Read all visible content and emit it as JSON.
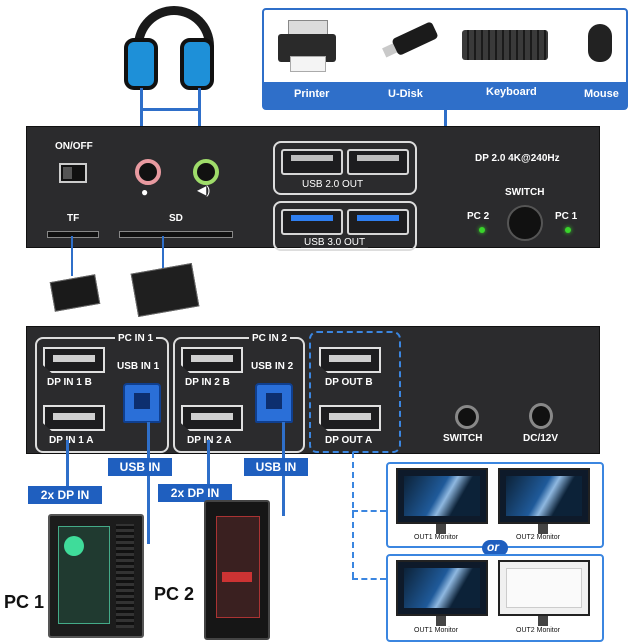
{
  "devices": {
    "printer": "Printer",
    "udisk": "U-Disk",
    "keyboard": "Keyboard",
    "mouse": "Mouse"
  },
  "top_panel": {
    "power": "ON/OFF",
    "tf": "TF",
    "sd": "SD",
    "usb2": "USB 2.0 OUT",
    "usb3": "USB 3.0 OUT",
    "model": "DP 2.0 4K@240Hz",
    "switch": "SWITCH",
    "pc2": "PC 2",
    "pc1": "PC 1"
  },
  "bottom_panel": {
    "pc_in_1": "PC IN 1",
    "pc_in_2": "PC IN 2",
    "dp_in_1b": "DP IN 1 B",
    "dp_in_1a": "DP IN 1 A",
    "usb_in_1": "USB IN 1",
    "dp_in_2b": "DP IN 2 B",
    "dp_in_2a": "DP IN 2 A",
    "usb_in_2": "USB IN 2",
    "dp_out_b": "DP OUT B",
    "dp_out_a": "DP OUT A",
    "switch": "SWITCH",
    "dc": "DC/12V"
  },
  "cables": {
    "usb_in_left": "USB IN",
    "usb_in_right": "USB IN",
    "dp_in_left": "2x DP IN",
    "dp_in_right": "2x DP IN"
  },
  "pcs": {
    "pc1": "PC 1",
    "pc2": "PC 2"
  },
  "monitors": {
    "out1_top": "OUT1 Monitor",
    "out2_top": "OUT2 Monitor",
    "or": "or",
    "out1_bottom": "OUT1 Monitor",
    "out2_bottom": "OUT2 Monitor"
  }
}
